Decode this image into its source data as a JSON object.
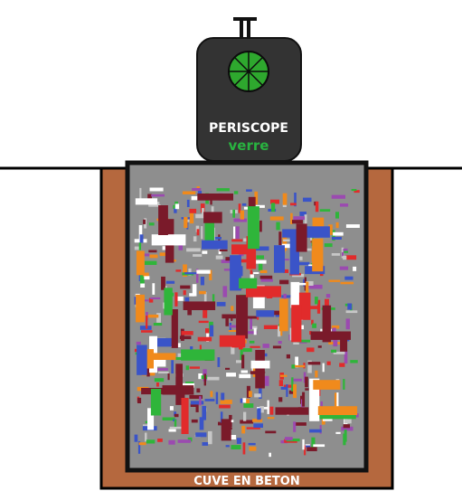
{
  "periscope": {
    "title": "PERISCOPE",
    "subtitle": "verre"
  },
  "tank": {
    "label": "CUVE EN BETON"
  },
  "colors": {
    "ground": "#000000",
    "concrete": "#b5683e",
    "tank_border": "#111111",
    "fill_gray": "#8e8e8e",
    "periscope_body": "#333333",
    "glass_green": "#2ea82e",
    "subtitle_green": "#29b340",
    "label_text": "#ffffff",
    "debris": [
      "#e12b2b",
      "#2fb53a",
      "#3a54c8",
      "#f08a1c",
      "#ffffff",
      "#7a1a2a",
      "#9b4ab0",
      "#c7c7c7"
    ]
  },
  "icons": {
    "periscope_handle": "t-handle-icon",
    "glass": "green-glass-disc-icon"
  }
}
